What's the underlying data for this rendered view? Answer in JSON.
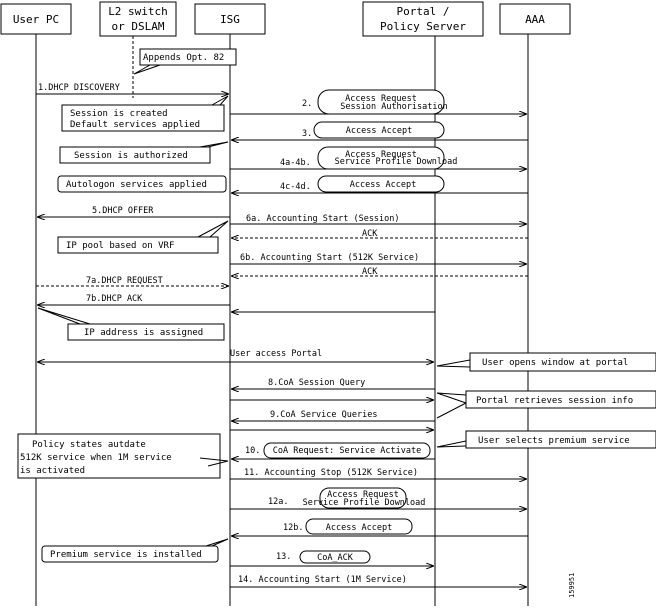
{
  "participants": [
    {
      "id": "pc",
      "lines": [
        "User PC"
      ]
    },
    {
      "id": "l2",
      "lines": [
        "L2 switch",
        "or DSLAM"
      ]
    },
    {
      "id": "isg",
      "lines": [
        "ISG"
      ]
    },
    {
      "id": "portal",
      "lines": [
        "Portal /",
        "Policy Server"
      ]
    },
    {
      "id": "aaa",
      "lines": [
        "AAA"
      ]
    }
  ],
  "messages": [
    {
      "id": "m1",
      "text": "1.DHCP DISCOVERY"
    },
    {
      "id": "m2n",
      "text": "2."
    },
    {
      "id": "m2",
      "text": "Access Request"
    },
    {
      "id": "m2b",
      "text": "Session Authorisation"
    },
    {
      "id": "m3n",
      "text": "3."
    },
    {
      "id": "m3",
      "text": "Access Accept"
    },
    {
      "id": "m4n",
      "text": "4a-4b."
    },
    {
      "id": "m4",
      "text": "Access Request"
    },
    {
      "id": "m4b",
      "text": "Service Profile Download"
    },
    {
      "id": "m4cn",
      "text": "4c-4d."
    },
    {
      "id": "m4c",
      "text": "Access Accept"
    },
    {
      "id": "m5",
      "text": "5.DHCP OFFER"
    },
    {
      "id": "m6a",
      "text": "6a.   Accounting Start (Session)"
    },
    {
      "id": "ack1",
      "text": "ACK"
    },
    {
      "id": "m6b",
      "text": "6b.  Accounting Start (512K Service)"
    },
    {
      "id": "ack2",
      "text": "ACK"
    },
    {
      "id": "m7a",
      "text": "7a.DHCP REQUEST"
    },
    {
      "id": "m7b",
      "text": "7b.DHCP ACK"
    },
    {
      "id": "mportal",
      "text": "User access Portal"
    },
    {
      "id": "m8",
      "text": "8.CoA Session Query"
    },
    {
      "id": "m9",
      "text": "9.CoA Service Queries"
    },
    {
      "id": "m10n",
      "text": "10."
    },
    {
      "id": "m10",
      "text": "CoA Request: Service Activate"
    },
    {
      "id": "m11",
      "text": "11. Accounting Stop (512K Service)"
    },
    {
      "id": "m12an",
      "text": "12a."
    },
    {
      "id": "m12a",
      "text": "Access Request"
    },
    {
      "id": "m12a2",
      "text": "Service Profile Download"
    },
    {
      "id": "m12bn",
      "text": "12b."
    },
    {
      "id": "m12b",
      "text": "Access Accept"
    },
    {
      "id": "m13n",
      "text": "13."
    },
    {
      "id": "m13",
      "text": "CoA_ACK"
    },
    {
      "id": "m14",
      "text": "14.    Accounting Start (1M Service)"
    }
  ],
  "notes": [
    {
      "id": "n1",
      "lines": [
        "Appends Opt. 82"
      ]
    },
    {
      "id": "n2",
      "lines": [
        "Session is created",
        "Default services applied"
      ]
    },
    {
      "id": "n3",
      "lines": [
        "Session is authorized"
      ]
    },
    {
      "id": "n4",
      "lines": [
        "Autologon services applied"
      ]
    },
    {
      "id": "n5",
      "lines": [
        "IP pool based on VRF"
      ]
    },
    {
      "id": "n6",
      "lines": [
        "IP address is assigned"
      ]
    },
    {
      "id": "n7",
      "lines": [
        "User opens window at portal"
      ]
    },
    {
      "id": "n8",
      "lines": [
        "Portal retrieves session info"
      ]
    },
    {
      "id": "n9",
      "lines": [
        "User selects premium service"
      ]
    },
    {
      "id": "n10",
      "lines": [
        "Policy states autdate",
        "512K service when 1M service",
        "is activated"
      ]
    },
    {
      "id": "n11",
      "lines": [
        "Premium service is installed"
      ]
    }
  ],
  "figure_id": "159951"
}
